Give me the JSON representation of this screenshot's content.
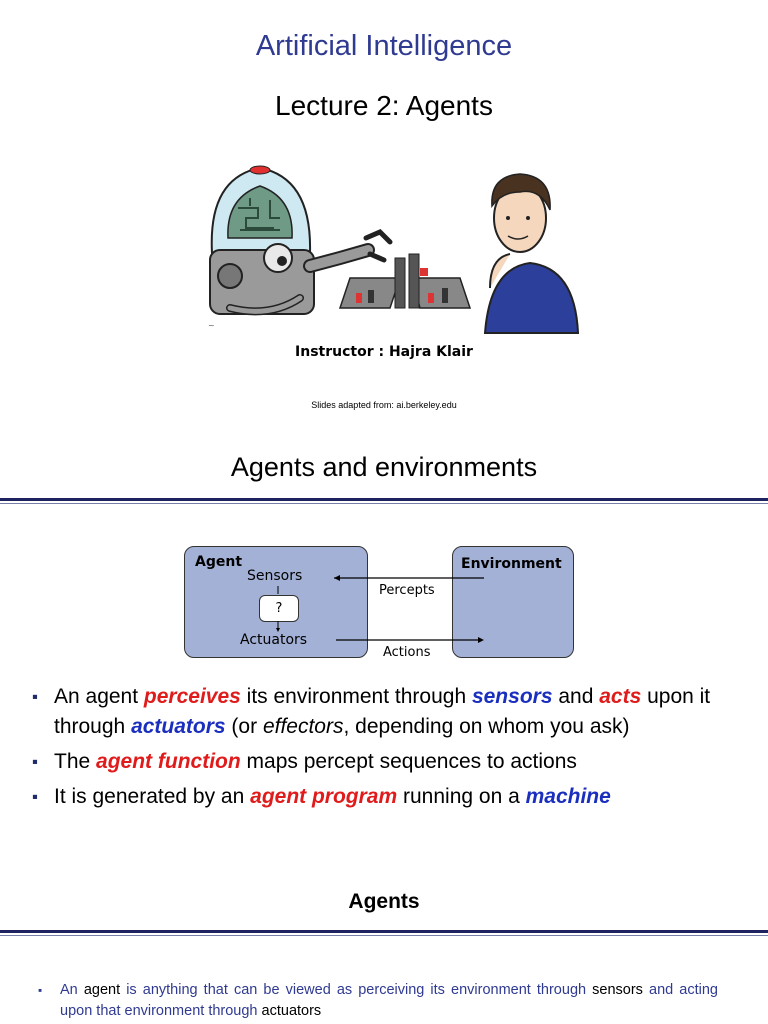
{
  "slide1": {
    "title": "Artificial Intelligence",
    "subtitle": "Lecture 2: Agents",
    "instructor": "Instructor : Hajra Klair",
    "credit": "Slides adapted from: ai.berkeley.edu"
  },
  "slide2": {
    "title": "Agents and environments",
    "diagram": {
      "agent_label": "Agent",
      "sensors_label": "Sensors",
      "question_label": "?",
      "actuators_label": "Actuators",
      "environment_label": "Environment",
      "percepts_label": "Percepts",
      "actions_label": "Actions"
    },
    "bullets": [
      [
        "An agent ",
        "perceives",
        " its environment through ",
        "sensors",
        " and ",
        "acts",
        " upon it through ",
        "actuators",
        " (or ",
        "effectors",
        ", depending on whom you ask)"
      ],
      [
        "The ",
        "agent function",
        " maps percept sequences to actions"
      ],
      [
        "It is generated by an ",
        "agent program",
        " running on a ",
        "machine"
      ]
    ]
  },
  "slide3": {
    "title": "Agents",
    "bullet": [
      "An ",
      "agent",
      " is anything that can be viewed as perceiving its environment through ",
      "sensors",
      " and acting upon that environment through ",
      "actuators"
    ]
  },
  "colors": {
    "title_blue": "#2f3a91",
    "emphasis_red": "#e01b1b",
    "emphasis_blue": "#1b2fbf",
    "diagram_box": "#a3b1d6",
    "divider": "#1e2460"
  }
}
